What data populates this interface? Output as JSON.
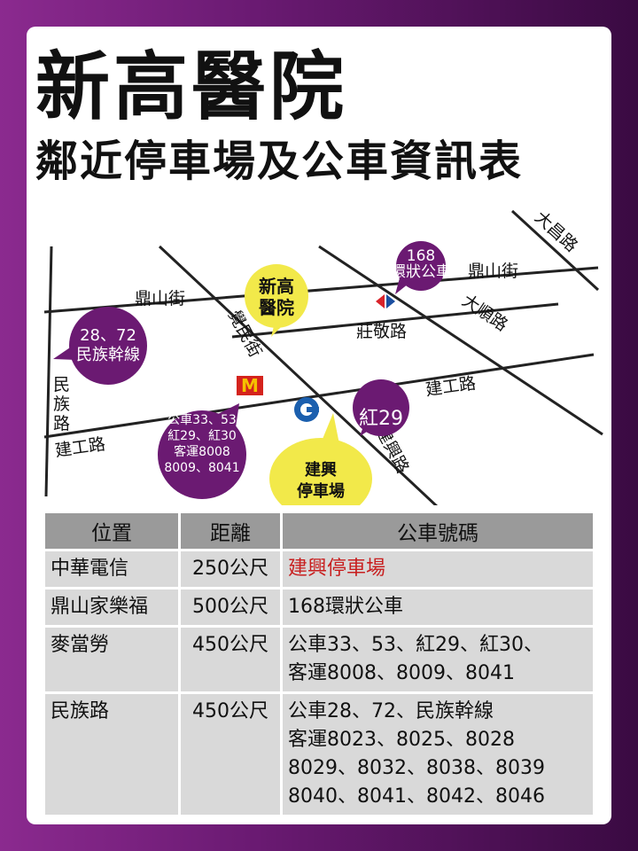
{
  "title": {
    "line1": "新高醫院",
    "line2": "鄰近停車場及公車資訊表"
  },
  "map": {
    "streets": {
      "dachang": "大昌路",
      "dingshan_right": "鼎山街",
      "dingshan_left": "鼎山街",
      "zhuangjing": "莊敬路",
      "dashun": "大順路",
      "jiangong_right": "建工路",
      "jiangong_left": "建工路",
      "minzu": "民族路",
      "jinzhong": "覺民街",
      "jianxing": "建興路"
    },
    "bubbles": {
      "hospital": "新高醫院",
      "bus168": "168\n環狀公車",
      "minzu_bus": "28、72\n民族幹線",
      "hong29": "紅29",
      "mcd_bus": "公車33、53\n紅29、紅30\n客運8008\n8009、8041",
      "parking": "建興\n停車場"
    },
    "colors": {
      "purple": "#6b1a72",
      "yellow": "#f2e94a",
      "mcd_red": "#d4231d",
      "mcd_yellow": "#f5c200",
      "chunghwa_blue": "#1b5fae",
      "carrefour_red": "#d9232a",
      "carrefour_blue": "#1b4fa0"
    },
    "icons": [
      "mcdonalds-logo-icon",
      "carrefour-logo-icon",
      "chunghwa-telecom-logo-icon"
    ]
  },
  "table": {
    "headers": [
      "位置",
      "距離",
      "公車號碼"
    ],
    "rows": [
      {
        "place": "中華電信",
        "distance": "250公尺",
        "info": "建興停車場"
      },
      {
        "place": "鼎山家樂福",
        "distance": "500公尺",
        "info": "168環狀公車"
      },
      {
        "place": "麥當勞",
        "distance": "450公尺",
        "info": "公車33、53、紅29、紅30、\n客運8008、8009、8041"
      },
      {
        "place": "民族路",
        "distance": "450公尺",
        "info": "公車28、72、民族幹線\n客運8023、8025、8028\n8029、8032、8038、8039\n8040、8041、8042、8046"
      }
    ]
  }
}
